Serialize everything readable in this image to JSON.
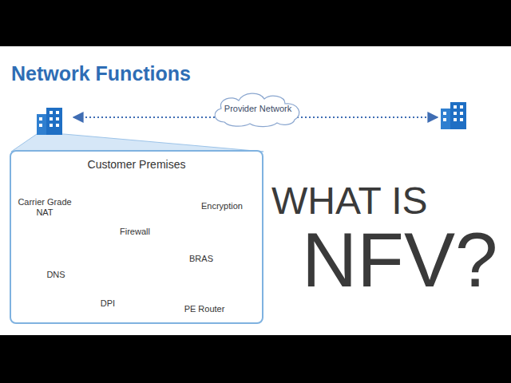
{
  "diagram": {
    "title": "Network Functions",
    "nodes": [
      {
        "text": [
          "Provider Network"
        ]
      },
      {
        "text": [
          "Customer Premises"
        ]
      }
    ],
    "labels": [
      "Carrier Grade NAT",
      "Firewall",
      "Encryption",
      "BRAS",
      "DNS",
      "DPI",
      "PE Router",
      "WHAT IS",
      "NFV?"
    ]
  }
}
